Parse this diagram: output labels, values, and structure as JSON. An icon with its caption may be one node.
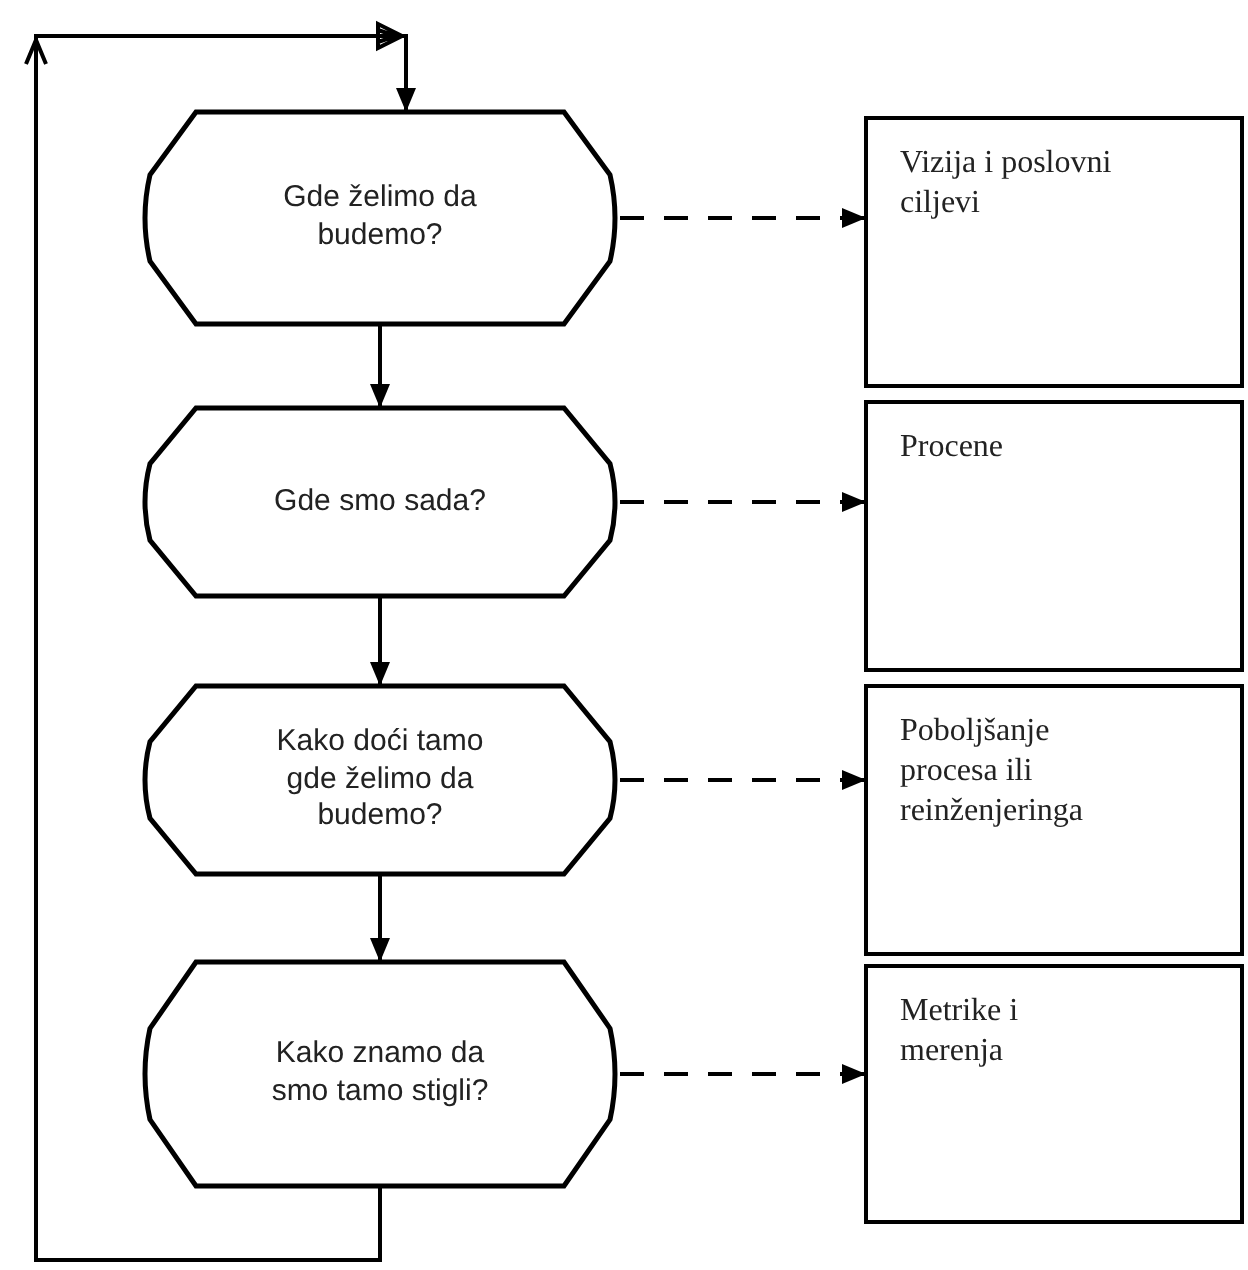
{
  "diagram": {
    "nodes": [
      {
        "text": [
          "Gde želimo da budemo?"
        ]
      },
      {
        "text": [
          "Gde smo sada?"
        ]
      },
      {
        "text": [
          "Kako doći tamo gde želimo da budemo?"
        ]
      },
      {
        "text": [
          "Kako znamo da smo tamo stigli?"
        ]
      },
      {
        "text": [
          "Vizija i poslovni ciljevi"
        ]
      },
      {
        "text": [
          "Procene"
        ]
      },
      {
        "text": [
          "Poboljšanje procesa ili reinženjeringa"
        ]
      },
      {
        "text": [
          "Metrike i merenja"
        ]
      }
    ],
    "edges": [
      {
        "from": 0,
        "to": 1,
        "arrow": "to"
      },
      {
        "from": 1,
        "to": 2,
        "arrow": "to"
      },
      {
        "from": 2,
        "to": 3,
        "arrow": "to"
      },
      {
        "from": 0,
        "to": 4,
        "arrow": "to",
        "style": "dashed"
      },
      {
        "from": 1,
        "to": 5,
        "arrow": "to",
        "style": "dashed"
      },
      {
        "from": 2,
        "to": 6,
        "arrow": "to",
        "style": "dashed"
      },
      {
        "from": 3,
        "to": 7,
        "arrow": "to",
        "style": "dashed"
      },
      {
        "from": 3,
        "to": 0,
        "arrow": "to"
      }
    ]
  }
}
